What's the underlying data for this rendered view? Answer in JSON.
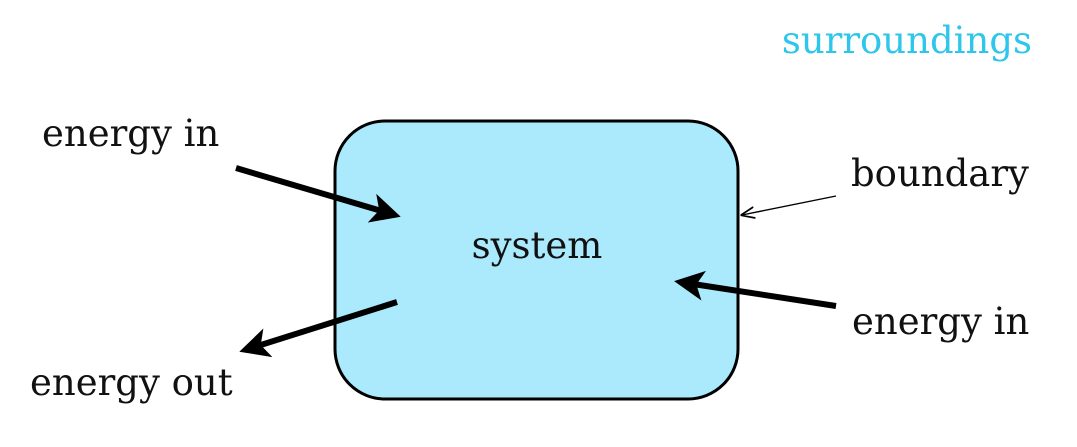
{
  "labels": {
    "surroundings": "surroundings",
    "system": "system",
    "boundary": "boundary",
    "energy_in_left": "energy in",
    "energy_in_right": "energy in",
    "energy_out": "energy out"
  },
  "colors": {
    "system_fill": "#aaeafc",
    "system_stroke": "#000000",
    "surroundings_text": "#2ec6ea",
    "arrow": "#000000",
    "text": "#111111"
  }
}
